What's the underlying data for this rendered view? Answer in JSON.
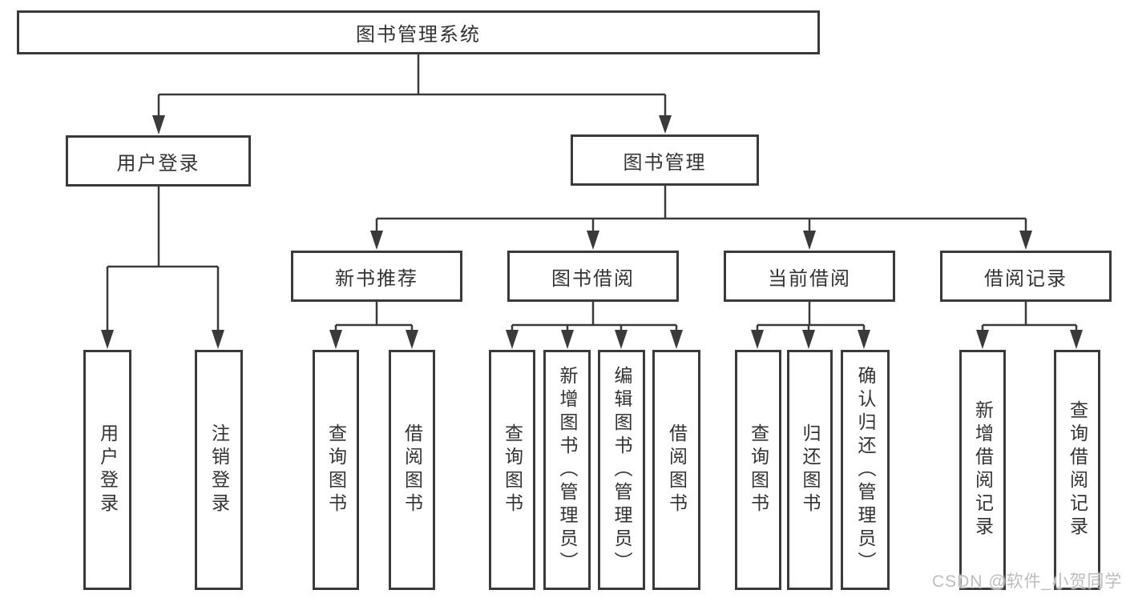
{
  "diagram": {
    "root_label": "图书管理系统",
    "level2": [
      {
        "label": "用户登录",
        "leaves": [
          "用户登录",
          "注销登录"
        ]
      },
      {
        "label": "图书管理"
      }
    ],
    "level3": [
      {
        "label": "新书推荐",
        "leaves": [
          "查询图书",
          "借阅图书"
        ]
      },
      {
        "label": "图书借阅",
        "leaves": [
          "查询图书",
          "新增图书（管理员）",
          "编辑图书（管理员）",
          "借阅图书"
        ]
      },
      {
        "label": "当前借阅",
        "leaves": [
          "查询图书",
          "归还图书",
          "确认归还（管理员）"
        ]
      },
      {
        "label": "借阅记录",
        "leaves": [
          "新增借阅记录",
          "查询借阅记录"
        ]
      }
    ]
  },
  "watermark": {
    "text": "CSDN @软件_小贺同学"
  },
  "colors": {
    "line": "#3a3a3a",
    "text": "#333333",
    "box_background": "#ffffff",
    "watermark": "#bdbdbd",
    "background": "#ffffff"
  }
}
